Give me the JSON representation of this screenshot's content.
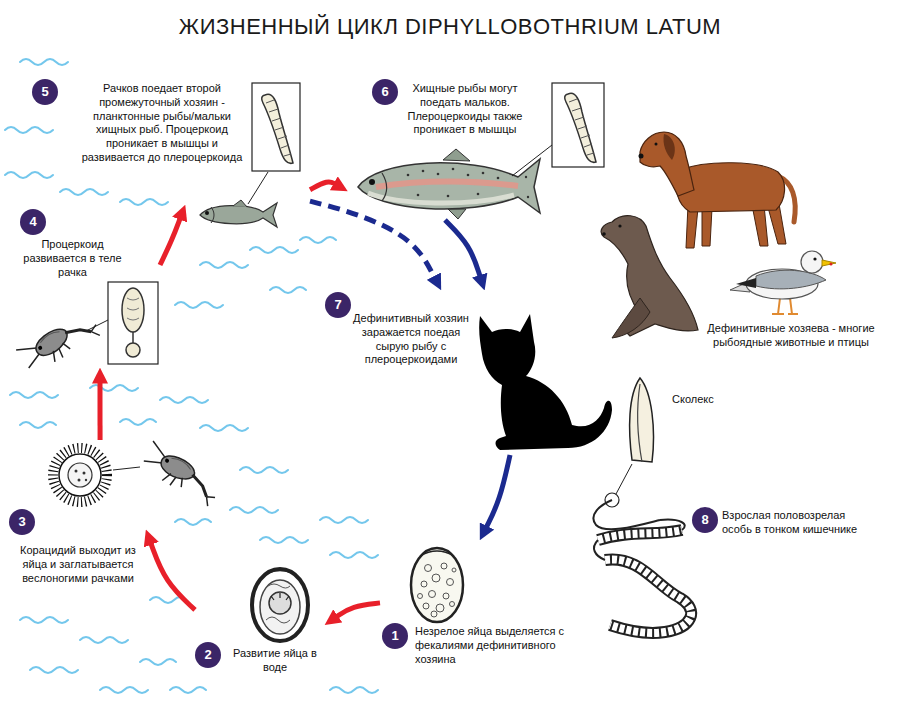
{
  "diagram": {
    "title": "ЖИЗНЕННЫЙ ЦИКЛ DIPHYLLOBOTHRIUM LATUM",
    "nodes": [
      {
        "text": [
          "1",
          "Незрелое яйца выделяется с фекалиями дефинитивного хозяина"
        ]
      },
      {
        "text": [
          "2",
          "Развитие яйца в воде"
        ]
      },
      {
        "text": [
          "3",
          "Корацидий выходит из яйца и заглатывается веслоногими рачками"
        ]
      },
      {
        "text": [
          "4",
          "Процеркоид развивается в теле рачка"
        ]
      },
      {
        "text": [
          "5",
          "Рачков поедает второй промежуточный хозяин - планктонные рыбы/мальки хищных рыб. Процеркоид проникает в мышцы и развивается до плероцеркоида"
        ]
      },
      {
        "text": [
          "6",
          "Хищные рыбы могут поедать мальков. Плероцеркоиды также проникает в мышцы"
        ]
      },
      {
        "text": [
          "7",
          "Дефинитивный хозяин заражается поедая сырую рыбу с плероцеркоидами"
        ]
      },
      {
        "text": [
          "8",
          "Взрослая половозрелая особь в тонком кишечнике"
        ]
      }
    ],
    "edges": [
      {
        "from": 0,
        "to": 1,
        "arrow": "to"
      },
      {
        "from": 1,
        "to": 2,
        "arrow": "to"
      },
      {
        "from": 2,
        "to": 3,
        "arrow": "to"
      },
      {
        "from": 3,
        "to": 4,
        "arrow": "to"
      },
      {
        "from": 4,
        "to": 5,
        "arrow": "to"
      },
      {
        "from": 4,
        "to": 6,
        "arrow": "to"
      },
      {
        "from": 5,
        "to": 6,
        "arrow": "to"
      },
      {
        "from": 6,
        "to": 0,
        "arrow": "to"
      }
    ],
    "labels": [
      "Дефинитивные хозяева - многие рыбоядные животные и птицы",
      "Сколекс"
    ]
  }
}
